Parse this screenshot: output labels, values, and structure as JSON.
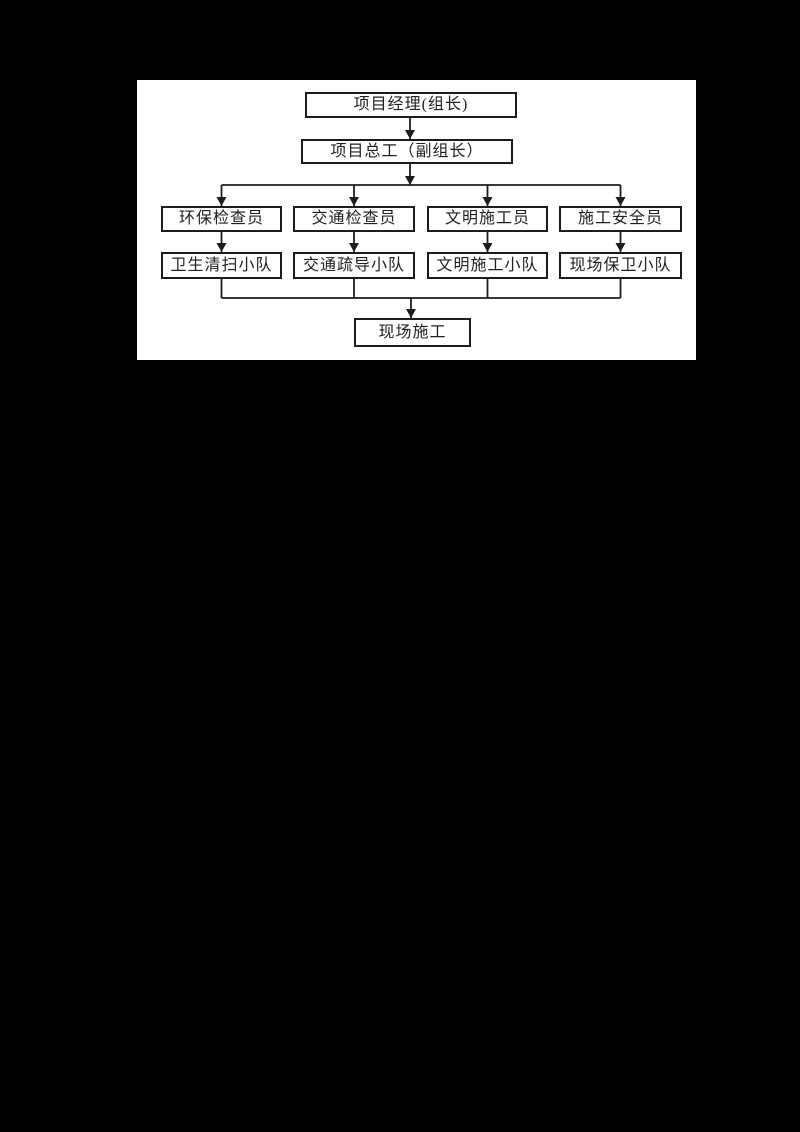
{
  "page": {
    "background": "#000000"
  },
  "panel": {
    "background": "#ffffff",
    "box_border_color": "#1c1c1c",
    "line_color": "#1c1c1c",
    "text_color": "#1f1f1f"
  },
  "diagram": {
    "type": "org-flowchart",
    "nodes": {
      "project_manager": "项目经理(组长)",
      "chief_engineer": "项目总工（副组长）",
      "env_inspector": "环保检查员",
      "traffic_inspector": "交通检查员",
      "civility_officer": "文明施工员",
      "safety_officer": "施工安全员",
      "sanitation_team": "卫生清扫小队",
      "traffic_team": "交通疏导小队",
      "civility_team": "文明施工小队",
      "guard_team": "现场保卫小队",
      "site_construction": "现场施工"
    },
    "edges": [
      {
        "from": "project_manager",
        "to": "chief_engineer"
      },
      {
        "from": "chief_engineer",
        "to": "env_inspector"
      },
      {
        "from": "chief_engineer",
        "to": "traffic_inspector"
      },
      {
        "from": "chief_engineer",
        "to": "civility_officer"
      },
      {
        "from": "chief_engineer",
        "to": "safety_officer"
      },
      {
        "from": "env_inspector",
        "to": "sanitation_team"
      },
      {
        "from": "traffic_inspector",
        "to": "traffic_team"
      },
      {
        "from": "civility_officer",
        "to": "civility_team"
      },
      {
        "from": "safety_officer",
        "to": "guard_team"
      },
      {
        "from": "sanitation_team",
        "to": "site_construction"
      },
      {
        "from": "traffic_team",
        "to": "site_construction"
      },
      {
        "from": "civility_team",
        "to": "site_construction"
      },
      {
        "from": "guard_team",
        "to": "site_construction"
      }
    ]
  }
}
